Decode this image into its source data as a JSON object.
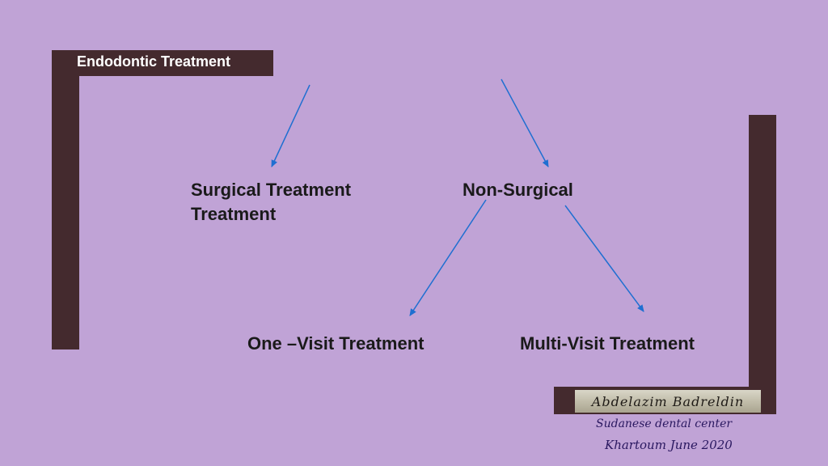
{
  "diagram": {
    "root": "Endodontic Treatment",
    "level1": {
      "surgical": [
        "Surgical Treatment",
        "Treatment"
      ],
      "non_surgical": "Non-Surgical"
    },
    "level2": {
      "one_visit": "One –Visit Treatment",
      "multi_visit": "Multi-Visit Treatment"
    }
  },
  "signature": {
    "name": "Abdelazim Badreldin"
  },
  "footer": {
    "line1": "Sudanese dental center",
    "line2": "Khartoum June 2020"
  },
  "colors": {
    "background": "#c0a3d6",
    "frame": "#442a2e",
    "arrow": "#1f6fd1"
  }
}
